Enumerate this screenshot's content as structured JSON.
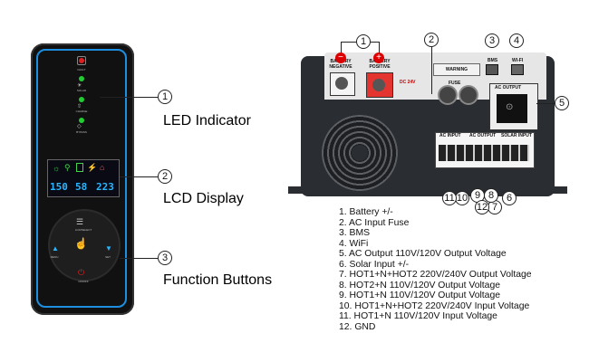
{
  "front_panel": {
    "led_labels": [
      "FAULT",
      "SOLAR",
      "CHARGE",
      "BYPASS"
    ],
    "lcd_values": [
      "150",
      "58",
      "223"
    ],
    "buttons": {
      "center": "LCD/SELECT",
      "left": "MENU",
      "right": "SET",
      "bottom": "ON/OFF"
    }
  },
  "callouts": {
    "front": [
      {
        "number": "1",
        "label": "LED Indicator"
      },
      {
        "number": "2",
        "label": "LCD Display"
      },
      {
        "number": "3",
        "label": "Function Buttons"
      }
    ],
    "rear": [
      "1",
      "2",
      "3",
      "4",
      "5",
      "6",
      "7",
      "8",
      "9",
      "10",
      "11",
      "12"
    ]
  },
  "rear_panel": {
    "battery_negative": "BATTERY NEGATIVE",
    "battery_positive": "BATTERY POSITIVE",
    "dc_voltage": "DC 24V",
    "fuse": "FUSE",
    "bms": "BMS",
    "wifi": "WI-FI",
    "ac_output": "AC OUTPUT",
    "warning": "WARNING",
    "terminal_groups": [
      "AC INPUT",
      "AC OUTPUT",
      "SOLAR INPUT"
    ]
  },
  "legend": [
    "1. Battery +/-",
    "2. AC Input Fuse",
    "3. BMS",
    "4. WiFi",
    "5. AC Output 110V/120V Output Voltage",
    "6. Solar Input +/-",
    "7. HOT1+N+HOT2 220V/240V Output Voltage",
    "8. HOT2+N 110V/120V Output Voltage",
    "9. HOT1+N 110V/120V Output Voltage",
    "10. HOT1+N+HOT2 220V/240V Input Voltage",
    "11. HOT1+N 110V/120V Input Voltage",
    "12. GND"
  ],
  "colors": {
    "accent_blue": "#1e8fe0",
    "led_red": "#e02020",
    "led_green": "#22cc33",
    "battery_red": "#e3342f",
    "lcd_blue": "#28b6ff"
  }
}
